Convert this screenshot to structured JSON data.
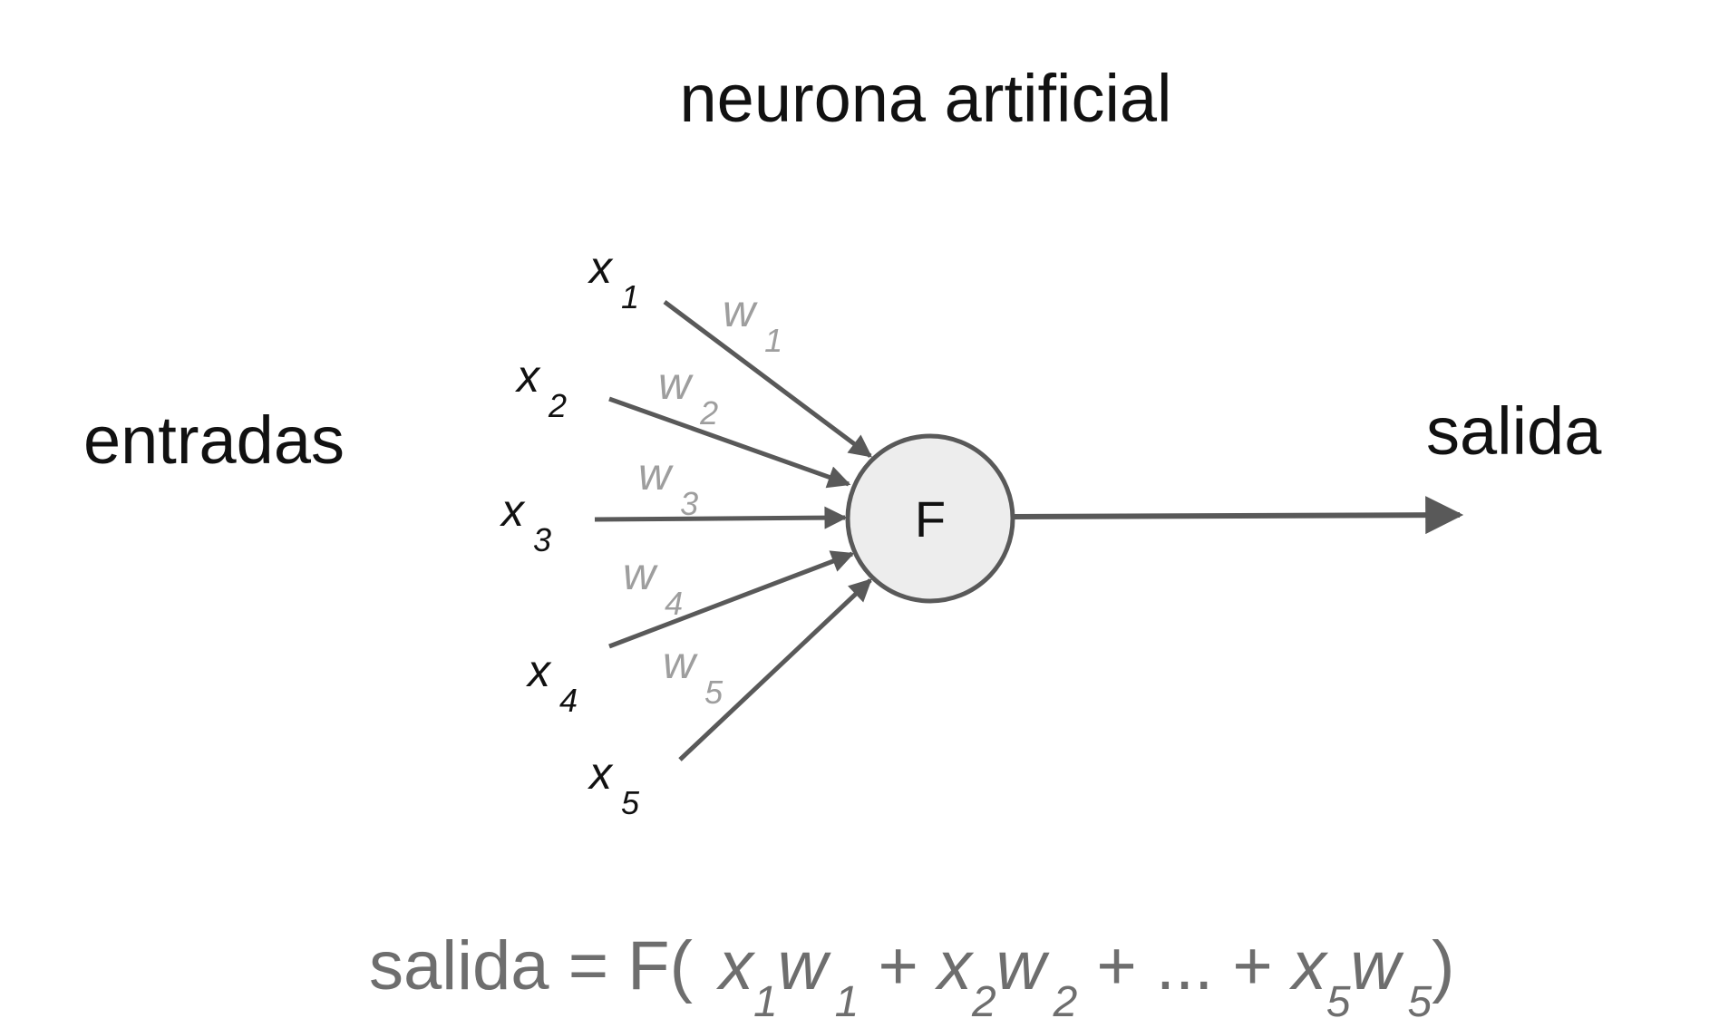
{
  "title": "neurona artificial",
  "inputs_label": "entradas",
  "output_label": "salida",
  "neuron": {
    "function_label": "F"
  },
  "colors": {
    "line": "#595959",
    "neuron_fill": "#ededed",
    "weight_text": "#9e9e9e",
    "formula_text": "#6e6e6e",
    "text": "#111111"
  },
  "inputs": [
    {
      "var": "x",
      "sub": "1",
      "weight": "w",
      "weight_sub": "1"
    },
    {
      "var": "x",
      "sub": "2",
      "weight": "w",
      "weight_sub": "2"
    },
    {
      "var": "x",
      "sub": "3",
      "weight": "w",
      "weight_sub": "3"
    },
    {
      "var": "x",
      "sub": "4",
      "weight": "w",
      "weight_sub": "4"
    },
    {
      "var": "x",
      "sub": "5",
      "weight": "w",
      "weight_sub": "5"
    }
  ],
  "formula": {
    "lhs": "salida = F(",
    "terms": [
      {
        "x": "x",
        "xsub": "1",
        "w": "w",
        "wsub": "1",
        "sep": " + "
      },
      {
        "x": "x",
        "xsub": "2",
        "w": "w",
        "wsub": "2",
        "sep": " + ... + "
      },
      {
        "x": "x",
        "xsub": "5",
        "w": "w",
        "wsub": "5",
        "sep": ""
      }
    ],
    "close": ")"
  }
}
